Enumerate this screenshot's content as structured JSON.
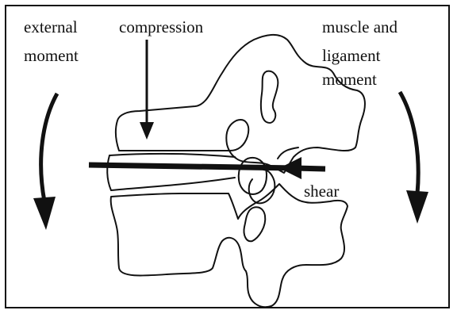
{
  "labels": {
    "external_moment_line1": "external",
    "external_moment_line2": "moment",
    "compression": "compression",
    "muscle_ligament_line1": "muscle and",
    "muscle_ligament_line2": "ligament",
    "muscle_ligament_line3": "moment",
    "shear": "shear"
  },
  "colors": {
    "ink": "#111111",
    "background": "#ffffff"
  }
}
